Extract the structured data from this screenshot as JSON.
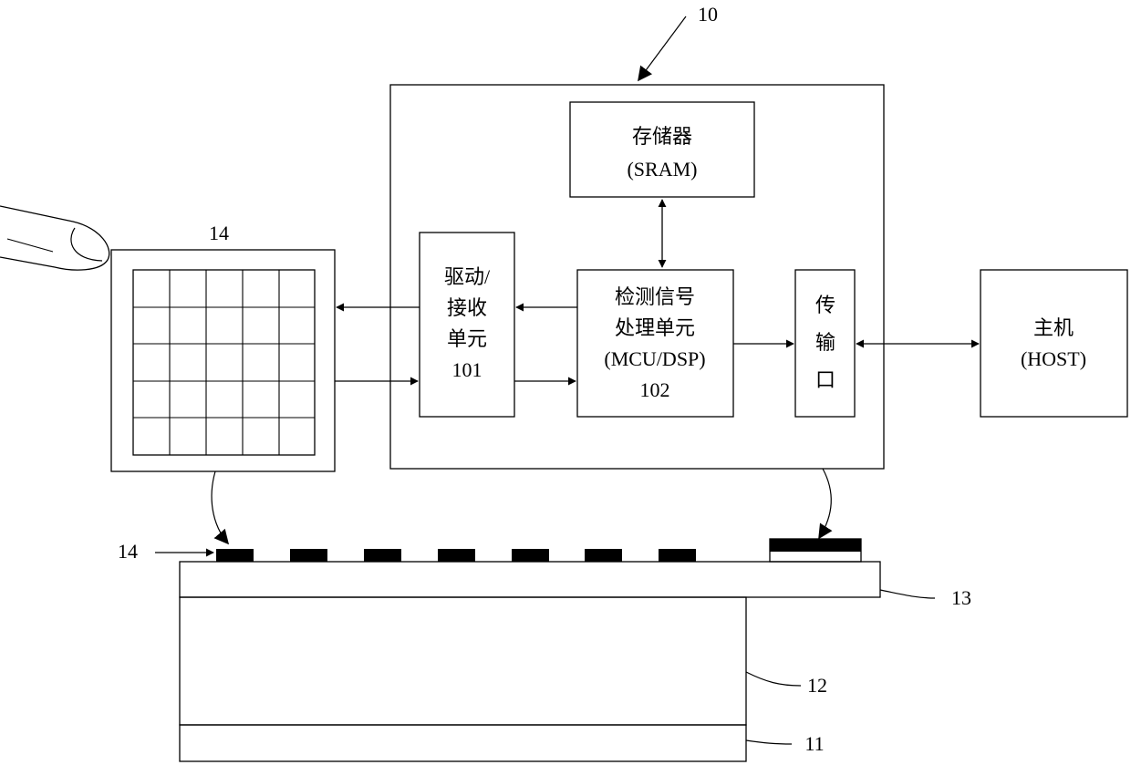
{
  "ref_labels": {
    "device": "10",
    "sensor_top": "14",
    "sensor_side": "14",
    "layer_13": "13",
    "layer_12": "12",
    "layer_11": "11"
  },
  "blocks": {
    "memory": {
      "line1": "存储器",
      "line2": "(SRAM)"
    },
    "driver": {
      "line1": "驱动/",
      "line2": "接收",
      "line3": "单元",
      "line4": "101"
    },
    "processor": {
      "line1": "检测信号",
      "line2": "处理单元",
      "line3": "(MCU/DSP)",
      "line4": "102"
    },
    "port": {
      "line1": "传",
      "line2": "输",
      "line3": "口"
    },
    "host": {
      "line1": "主机",
      "line2": "(HOST)"
    }
  },
  "colors": {
    "stroke": "#000000",
    "background": "#ffffff"
  }
}
